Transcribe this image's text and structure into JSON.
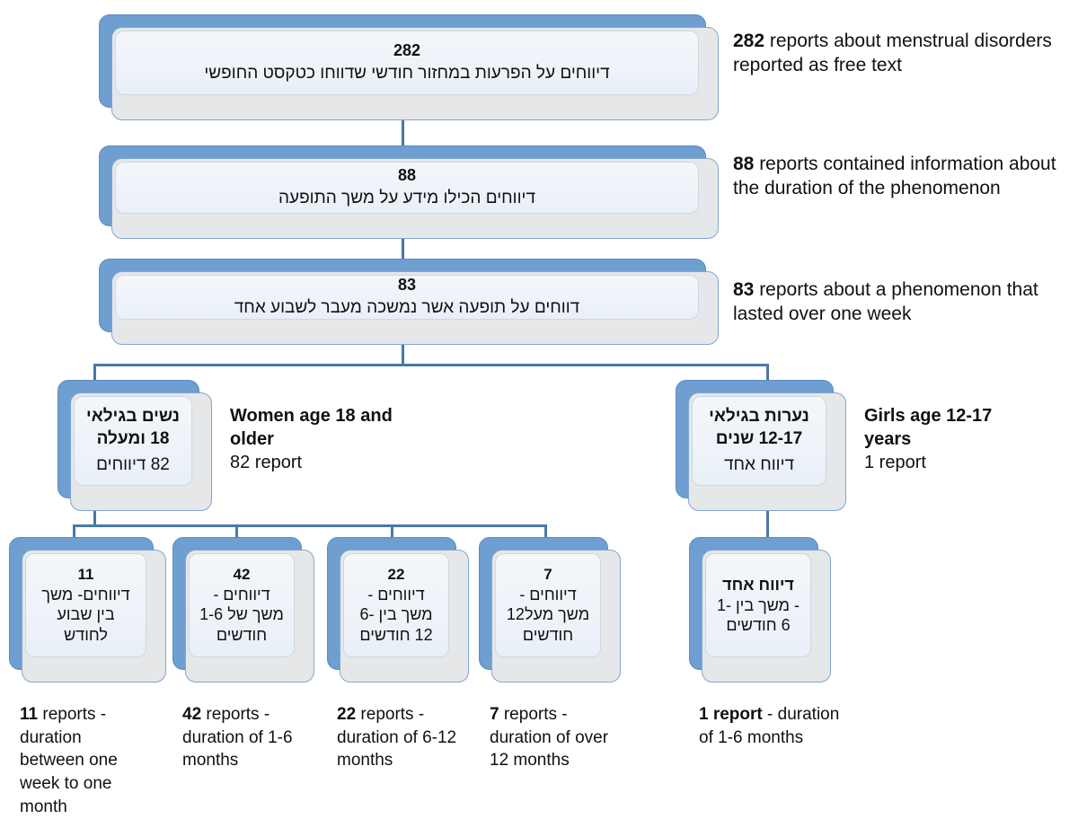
{
  "diagram": {
    "title": "Flow of menstrual disorder reports",
    "colors": {
      "node_back": "#6f9ed1",
      "node_mid": "#e6e7e8",
      "node_front": "#eef3f9",
      "connector": "#4a78aa",
      "text": "#111111",
      "background": "#ffffff"
    }
  },
  "nodes": {
    "total": {
      "number": "282",
      "hebrew": "דיווחים על הפרעות במחזור חודשי שדווחו כטקסט החופשי",
      "annotation_bold": "282",
      "annotation_rest": " reports about menstrual disorders reported as free text"
    },
    "duration_info": {
      "number": "88",
      "hebrew": "דיווחים הכילו מידע על משך התופעה",
      "annotation_bold": "88",
      "annotation_rest": " reports contained information about the duration of the phenomenon"
    },
    "over_one_week": {
      "number": "83",
      "hebrew": "דווחים על תופעה אשר נמשכה מעבר לשבוע אחד",
      "annotation_bold": "83",
      "annotation_rest": " reports about a phenomenon that lasted over one week"
    }
  },
  "groups": [
    {
      "id": "women-18-plus",
      "hebrew_title": "נשים בגילאי 18 ומעלה",
      "hebrew_sub": "82 דיווחים",
      "annotation_heading": "Women age 18 and older",
      "annotation_sub": "82 report"
    },
    {
      "id": "girls-12-17",
      "hebrew_title": "נערות בגילאי 12-17 שנים",
      "hebrew_sub": "דיווח אחד",
      "annotation_heading": "Girls age 12-17 years",
      "annotation_sub": "1 report"
    }
  ],
  "leaves": [
    {
      "id": "women-1week-1month",
      "number": "11",
      "hebrew": "דיווחים- משך בין שבוע לחודש",
      "caption_bold": "11",
      "caption_rest": " reports - duration between one week to one month"
    },
    {
      "id": "women-1-6-months",
      "number": "42",
      "hebrew": "דיווחים - משך של 1-6 חודשים",
      "caption_bold": "42",
      "caption_rest": " reports - duration of 1-6 months"
    },
    {
      "id": "women-6-12-months",
      "number": "22",
      "hebrew": "דיווחים - משך בין 6-12 חודשים",
      "caption_bold": "22",
      "caption_rest": " reports - duration of 6-12 months"
    },
    {
      "id": "women-over-12-months",
      "number": "7",
      "hebrew": "דיווחים - משך מעל12 חודשים",
      "caption_bold": "7",
      "caption_rest": " reports - duration of over 12 months"
    },
    {
      "id": "girls-1-6-months",
      "number": "",
      "hebrew_bold": "דיווח אחד",
      "hebrew": "- משך בין 1-6 חודשים",
      "caption_bold": "1 report",
      "caption_rest": " - duration of 1-6 months"
    }
  ]
}
